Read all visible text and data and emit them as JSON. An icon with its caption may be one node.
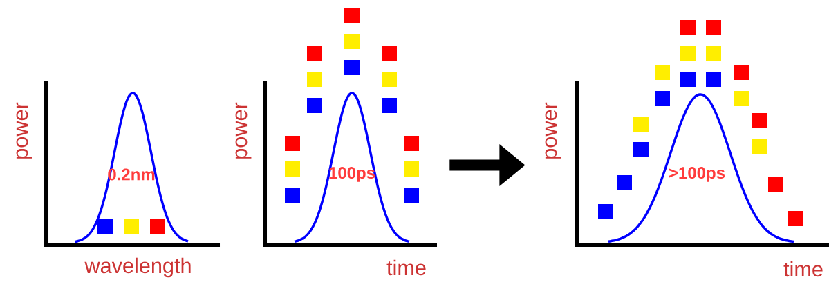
{
  "diagram": {
    "nodes": [
      {
        "text": [
          "power",
          "0.2nm",
          "wavelength"
        ]
      },
      {
        "text": [
          "power",
          "100ps",
          "time"
        ]
      },
      {
        "text": [
          "power",
          ">100ps",
          "time"
        ]
      }
    ],
    "edges": [
      {
        "from": 1,
        "to": 2,
        "arrow": "to"
      }
    ]
  }
}
